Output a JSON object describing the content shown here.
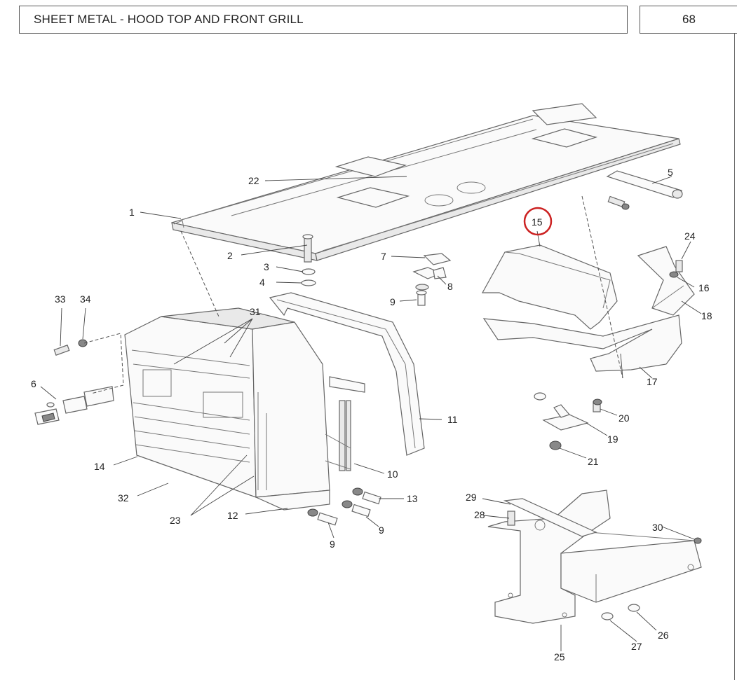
{
  "header": {
    "title": "SHEET METAL - HOOD TOP AND FRONT GRILL",
    "page_number": "68"
  },
  "highlight": {
    "callout": "15",
    "color": "#cc2222"
  },
  "callouts": {
    "c1": "1",
    "c2": "2",
    "c3": "3",
    "c4": "4",
    "c5": "5",
    "c6": "6",
    "c7": "7",
    "c8": "8",
    "c9a": "9",
    "c9b": "9",
    "c9c": "9",
    "c10": "10",
    "c11": "11",
    "c12": "12",
    "c13": "13",
    "c14": "14",
    "c15": "15",
    "c16": "16",
    "c17": "17",
    "c18": "18",
    "c19": "19",
    "c20": "20",
    "c21": "21",
    "c22": "22",
    "c23": "23",
    "c24": "24",
    "c25": "25",
    "c26": "26",
    "c27": "27",
    "c28": "28",
    "c29": "29",
    "c30": "30",
    "c31": "31",
    "c32": "32",
    "c33": "33",
    "c34": "34"
  }
}
